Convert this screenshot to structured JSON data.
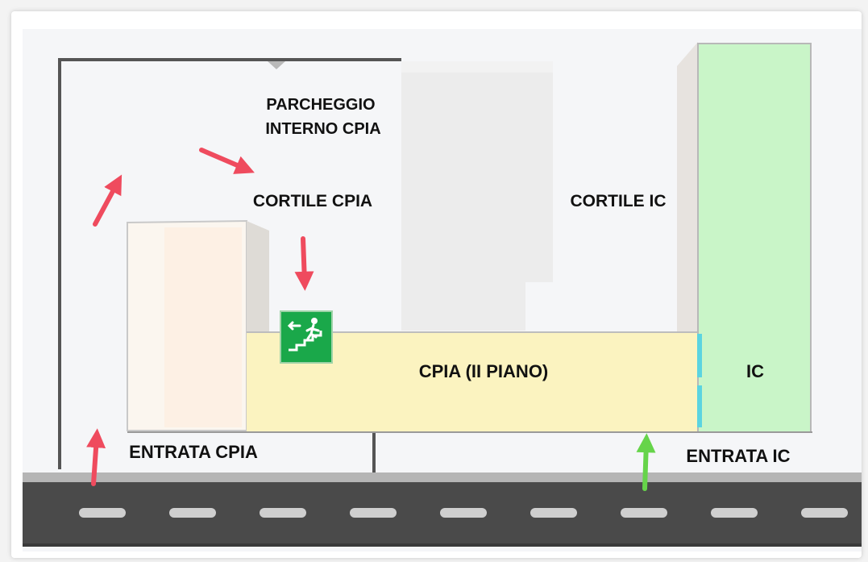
{
  "labels": {
    "parking_line1": "PARCHEGGIO",
    "parking_line2": "INTERNO CPIA",
    "courtyard_cpia": "CORTILE CPIA",
    "courtyard_ic": "CORTILE IC",
    "cpia_building": "CPIA (II PIANO)",
    "ic_building": "IC",
    "entrance_cpia": "ENTRATA CPIA",
    "entrance_ic": "ENTRATA IC"
  },
  "icons": {
    "emergency_exit": "emergency-exit-stairs-icon",
    "route_arrows": "red-arrow-icon",
    "ic_entrance_arrow": "green-arrow-icon"
  },
  "colors": {
    "background": "#f5f6f8",
    "cpia_building": "#fbf3c0",
    "ic_building": "#c9f5c8",
    "neighbor_building": "#ececec",
    "white_building": "#fbf6ef",
    "route_arrow": "#ef4b5e",
    "ic_arrow": "#66d44a",
    "exit_sign": "#1aa84a",
    "door_marker": "#5cd4e0",
    "road": "#4a4a4a",
    "road_dash": "#cfcfcf",
    "wall": "#555555"
  }
}
